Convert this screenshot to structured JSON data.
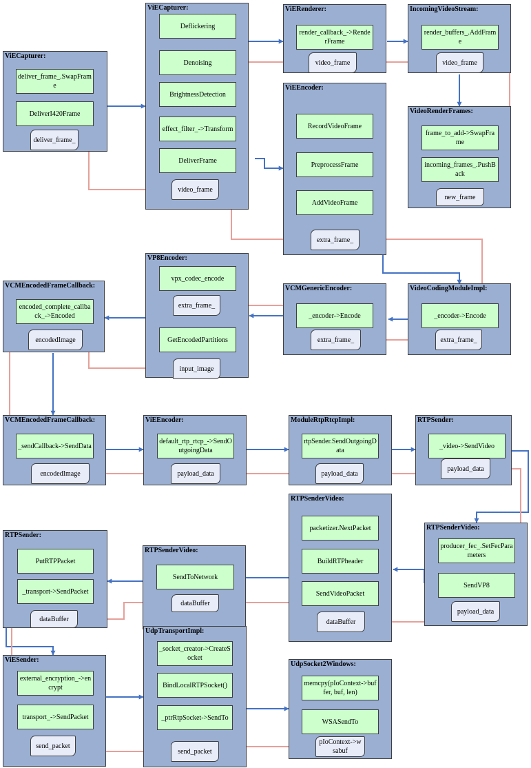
{
  "classes": [
    {
      "title": "ViECapturer:",
      "methods": [
        "deliver_frame_.SwapFrame",
        "DeliverI420Frame"
      ],
      "fields": [
        "deliver_frame_"
      ]
    },
    {
      "title": "ViECapturer:",
      "methods": [
        "Deflickering",
        "Denoising",
        "BrightnessDetection",
        "effect_filter_->Transform",
        "DeliverFrame"
      ],
      "fields": [
        "video_frame"
      ]
    },
    {
      "title": "ViERenderer:",
      "methods": [
        "render_callback_->RenderFrame"
      ],
      "fields": [
        "video_frame"
      ]
    },
    {
      "title": "IncomingVideoStream:",
      "methods": [
        "render_buffers_.AddFrame"
      ],
      "fields": [
        "video_frame"
      ]
    },
    {
      "title": "ViEEncoder:",
      "methods": [
        "RecordVideoFrame",
        "PreprocessFrame",
        "AddVideoFrame"
      ],
      "fields": [
        "extra_frame_"
      ]
    },
    {
      "title": "VideoRenderFrames:",
      "methods": [
        "frame_to_add->SwapFrame",
        "incoming_frames_.PushBack"
      ],
      "fields": [
        "new_frame"
      ]
    },
    {
      "title": "VP8Encoder:",
      "methods": [
        "vpx_codec_encode",
        "GetEncodedPartitions"
      ],
      "fields": [
        "extra_frame_",
        "input_image"
      ]
    },
    {
      "title": "VCMEncodedFrameCallback:",
      "methods": [
        "encoded_complete_callback_->Encoded"
      ],
      "fields": [
        "encodedImage"
      ]
    },
    {
      "title": "VCMGenericEncoder:",
      "methods": [
        "_encoder->Encode"
      ],
      "fields": [
        "extra_frame_"
      ]
    },
    {
      "title": "VideoCodingModuleImpl:",
      "methods": [
        "_encoder->Encode"
      ],
      "fields": [
        "extra_frame_"
      ]
    },
    {
      "title": "VCMEncodedFrameCallback:",
      "methods": [
        "_sendCallback->SendData"
      ],
      "fields": [
        "encodedImage"
      ]
    },
    {
      "title": "ViEEncoder:",
      "methods": [
        "default_rtp_rtcp_->SendOutgoingData"
      ],
      "fields": [
        "payload_data"
      ]
    },
    {
      "title": "ModuleRtpRtcpImpl:",
      "methods": [
        "rtpSender.SendOutgoingData"
      ],
      "fields": [
        "payload_data"
      ]
    },
    {
      "title": "RTPSender:",
      "methods": [
        "_video->SendVideo"
      ],
      "fields": [
        "payload_data"
      ]
    },
    {
      "title": "RTPSenderVideo:",
      "methods": [
        "packetizer.NextPacket",
        "BuildRTPheader",
        "SendVideoPacket"
      ],
      "fields": [
        "dataBuffer"
      ]
    },
    {
      "title": "RTPSenderVideo:",
      "methods": [
        "producer_fec_.SetFecParameters",
        "SendVP8"
      ],
      "fields": [
        "payload_data"
      ]
    },
    {
      "title": "RTPSender:",
      "methods": [
        "PutRTPPacket",
        "_transport->SendPacket"
      ],
      "fields": [
        "dataBuffer"
      ]
    },
    {
      "title": "RTPSenderVideo:",
      "methods": [
        "SendToNetwork"
      ],
      "fields": [
        "dataBuffer"
      ]
    },
    {
      "title": "ViESender:",
      "methods": [
        "external_encryption_->encrypt",
        "transport_->SendPacket"
      ],
      "fields": [
        "send_packet"
      ]
    },
    {
      "title": "UdpTransportImpl:",
      "methods": [
        "_socket_creator->CreateSocket",
        "BindLocalRTPSocket()",
        "_ptrRtpSocket->SendTo"
      ],
      "fields": [
        "send_packet"
      ]
    },
    {
      "title": "UdpSocket2Windows:",
      "methods": [
        "memcpy(pIoContext->buffer, buf, len)",
        "WSASendTo"
      ],
      "fields": [
        "pIoContext->wsabuf"
      ]
    }
  ],
  "colors": {
    "class_fill": "#9aafd2",
    "method_fill": "#ccffcc",
    "field_fill": "#e8ecf8",
    "call_arrow": "#4472c4",
    "data_arrow": "#e6a09a"
  }
}
